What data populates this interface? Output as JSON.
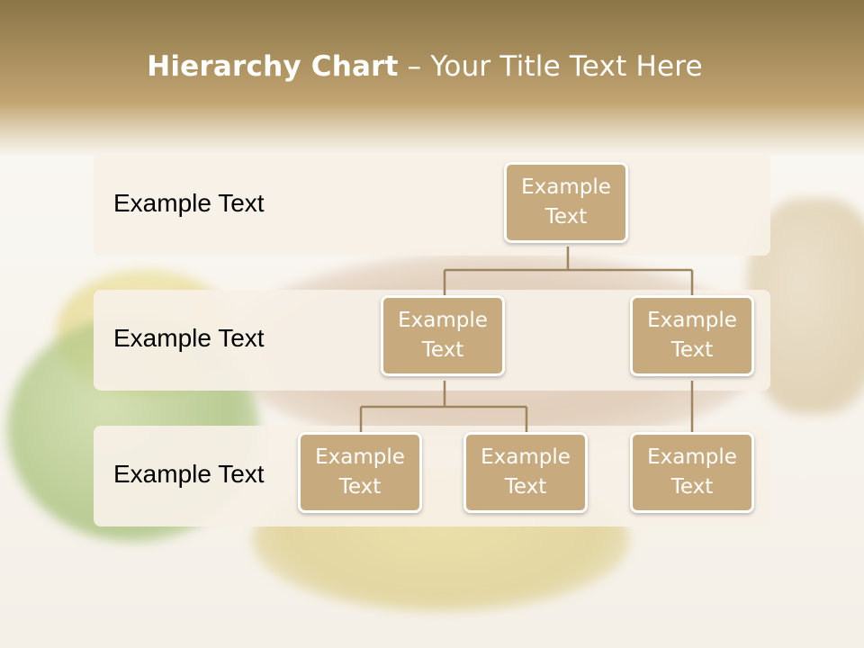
{
  "title": {
    "bold": "Hierarchy Chart",
    "rest": " – Your Title Text Here"
  },
  "levels": [
    {
      "label": "Example Text"
    },
    {
      "label": "Example Text"
    },
    {
      "label": "Example Text"
    }
  ],
  "nodes": {
    "root": "Example\nText",
    "l2_left": "Example\nText",
    "l2_right": "Example\nText",
    "l3_a": "Example\nText",
    "l3_b": "Example\nText",
    "l3_c": "Example\nText"
  },
  "colors": {
    "node_fill": "#c7aa7d",
    "node_border": "#ffffff",
    "connector": "#9e8560",
    "band_fill": "#f6f0e6",
    "header": "#a88e5d"
  }
}
